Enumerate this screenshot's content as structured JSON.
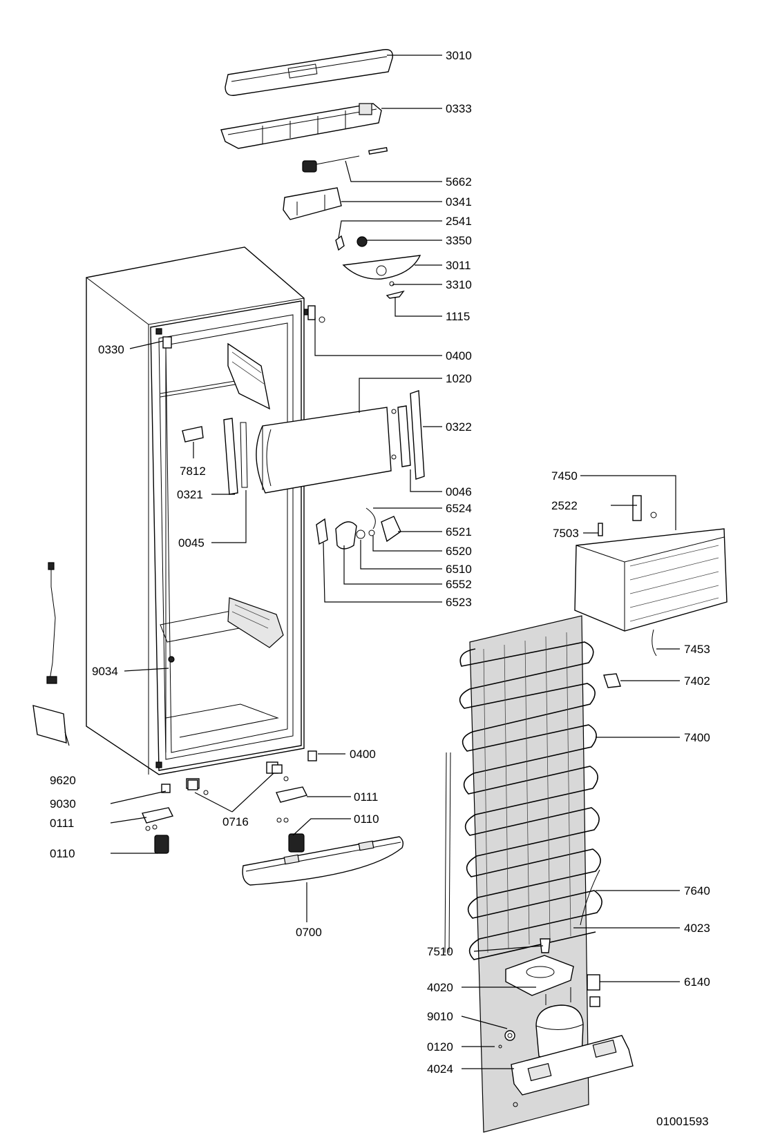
{
  "drawing_number": "01001593",
  "parts": [
    {
      "id": "3010"
    },
    {
      "id": "0333"
    },
    {
      "id": "5662"
    },
    {
      "id": "0341"
    },
    {
      "id": "2541"
    },
    {
      "id": "3350"
    },
    {
      "id": "3011"
    },
    {
      "id": "3310"
    },
    {
      "id": "1115"
    },
    {
      "id": "0330"
    },
    {
      "id": "0400"
    },
    {
      "id": "1020"
    },
    {
      "id": "0322"
    },
    {
      "id": "7812"
    },
    {
      "id": "0321"
    },
    {
      "id": "0046"
    },
    {
      "id": "6524"
    },
    {
      "id": "6521"
    },
    {
      "id": "6520"
    },
    {
      "id": "0045"
    },
    {
      "id": "6510"
    },
    {
      "id": "6552"
    },
    {
      "id": "6523"
    },
    {
      "id": "7450"
    },
    {
      "id": "2522"
    },
    {
      "id": "7503"
    },
    {
      "id": "7453"
    },
    {
      "id": "9034"
    },
    {
      "id": "7402"
    },
    {
      "id": "7400"
    },
    {
      "id": "0400"
    },
    {
      "id": "9620"
    },
    {
      "id": "9030"
    },
    {
      "id": "0111"
    },
    {
      "id": "0716"
    },
    {
      "id": "0111"
    },
    {
      "id": "0110"
    },
    {
      "id": "0110"
    },
    {
      "id": "7640"
    },
    {
      "id": "0700"
    },
    {
      "id": "4023"
    },
    {
      "id": "7510"
    },
    {
      "id": "6140"
    },
    {
      "id": "4020"
    },
    {
      "id": "9010"
    },
    {
      "id": "0120"
    },
    {
      "id": "4024"
    }
  ]
}
